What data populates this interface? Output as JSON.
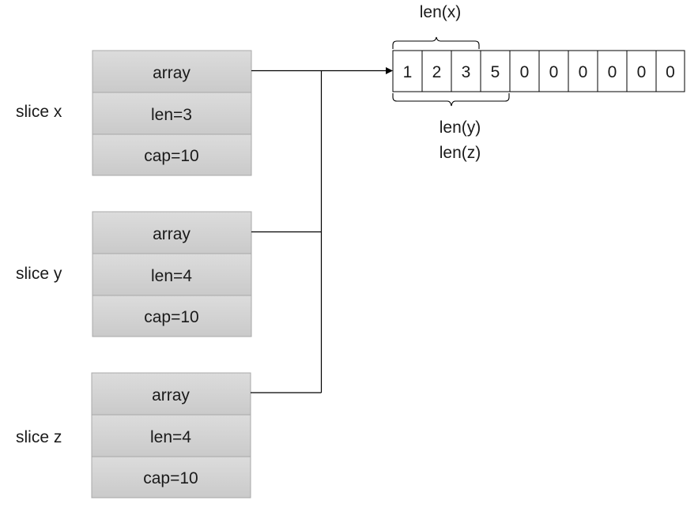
{
  "slices": [
    {
      "label": "slice x",
      "fields": {
        "array": "array",
        "len": "len=3",
        "cap": "cap=10"
      }
    },
    {
      "label": "slice y",
      "fields": {
        "array": "array",
        "len": "len=4",
        "cap": "cap=10"
      }
    },
    {
      "label": "slice z",
      "fields": {
        "array": "array",
        "len": "len=4",
        "cap": "cap=10"
      }
    }
  ],
  "backing_array": {
    "values": [
      "1",
      "2",
      "3",
      "5",
      "0",
      "0",
      "0",
      "0",
      "0",
      "0"
    ]
  },
  "annotations": {
    "top_brace": "len(x)",
    "bottom_brace_line1": "len(y)",
    "bottom_brace_line2": "len(z)"
  },
  "colors": {
    "field_fill": "#d4d4d4",
    "field_stroke": "#a8a8a8",
    "line": "#000000",
    "cell_fill": "#ffffff"
  }
}
